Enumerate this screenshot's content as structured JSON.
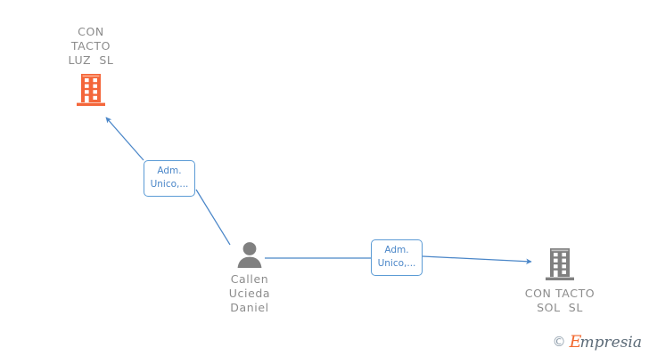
{
  "diagram": {
    "type": "relationship-graph",
    "background_color": "#ffffff",
    "colors": {
      "company_active": "#f4663a",
      "company_inactive": "#808080",
      "person": "#808080",
      "edge": "#4a86c8",
      "label_text": "#4a86c8",
      "node_text": "#8c8c8c"
    },
    "nodes": [
      {
        "id": "luz",
        "kind": "company",
        "icon": "building-icon",
        "color": "#f4663a",
        "label_lines": [
          "CON",
          "TACTO",
          "LUZ  SL"
        ],
        "label_text": "CON\nTACTO\nLUZ  SL"
      },
      {
        "id": "person",
        "kind": "person",
        "icon": "person-icon",
        "color": "#808080",
        "label_lines": [
          "Callen",
          "Ucieda",
          "Daniel"
        ],
        "label_text": "Callen\nUcieda\nDaniel"
      },
      {
        "id": "sol",
        "kind": "company",
        "icon": "building-icon",
        "color": "#808080",
        "label_lines": [
          "CON TACTO",
          "SOL  SL"
        ],
        "label_text": "CON TACTO\nSOL  SL"
      }
    ],
    "edges": [
      {
        "id": "edge-1",
        "from": "person",
        "to": "luz",
        "label_lines": [
          "Adm.",
          "Unico,..."
        ],
        "label_text": "Adm.\nUnico,...",
        "arrow": "up-left"
      },
      {
        "id": "edge-2",
        "from": "person",
        "to": "sol",
        "label_lines": [
          "Adm.",
          "Unico,..."
        ],
        "label_text": "Adm.\nUnico,...",
        "arrow": "right"
      }
    ]
  },
  "watermark": {
    "copyright": "©",
    "brand_initial": "E",
    "brand_rest": "mpresia",
    "brand": "Empresia"
  }
}
